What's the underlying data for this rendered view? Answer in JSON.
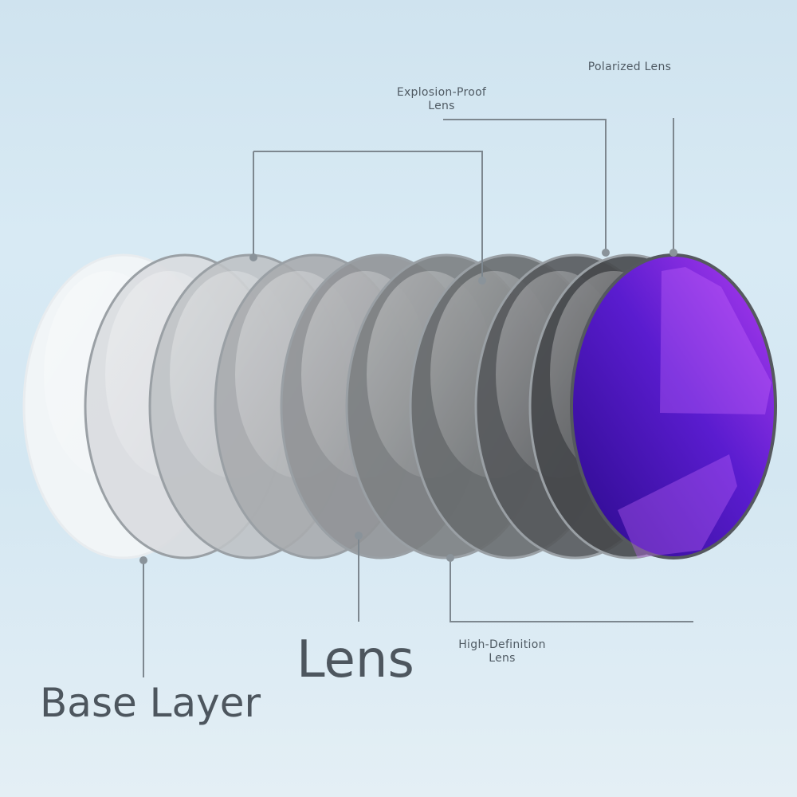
{
  "labels": {
    "polarized": "Polarized Lens",
    "explosion_proof": "Explosion-Proof\nLens",
    "high_definition": "High-Definition\nLens",
    "lens": "Lens",
    "base_layer": "Base Layer"
  },
  "colors": {
    "connector": "#7d878f",
    "polarized_dark": "#2a0a8a",
    "polarized_light": "#b03cf0",
    "lens_clear": "#f4f7f9",
    "lens_dark": "#3c3c3c"
  },
  "lens_stack": {
    "count": 10,
    "shades": [
      "#f2f5f7",
      "#d9dcdf",
      "#bfc2c5",
      "#a8abae",
      "#919497",
      "#7c7f82",
      "#686b6e",
      "#56595c",
      "#46484b",
      "polarized"
    ]
  }
}
